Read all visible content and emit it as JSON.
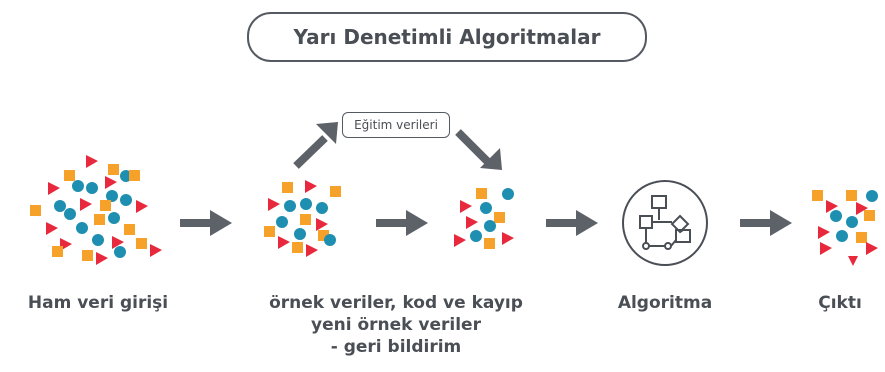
{
  "title": "Yarı Denetimli Algoritmalar",
  "training_tag": "Eğitim verileri",
  "stages": [
    {
      "label": "Ham veri girişi"
    },
    {
      "label_lines": [
        "örnek veriler, kod ve kayıp",
        "yeni örnek veriler",
        "- geri bildirim"
      ]
    },
    {
      "label": "Algoritma"
    },
    {
      "label": "Çıktı"
    }
  ],
  "colors": {
    "red": "#e8283c",
    "orange": "#f5a12a",
    "teal": "#1e8fb0",
    "arrow": "#5d6168",
    "text": "#4a4e55"
  },
  "icons": [
    "algorithm-flowchart-icon"
  ]
}
